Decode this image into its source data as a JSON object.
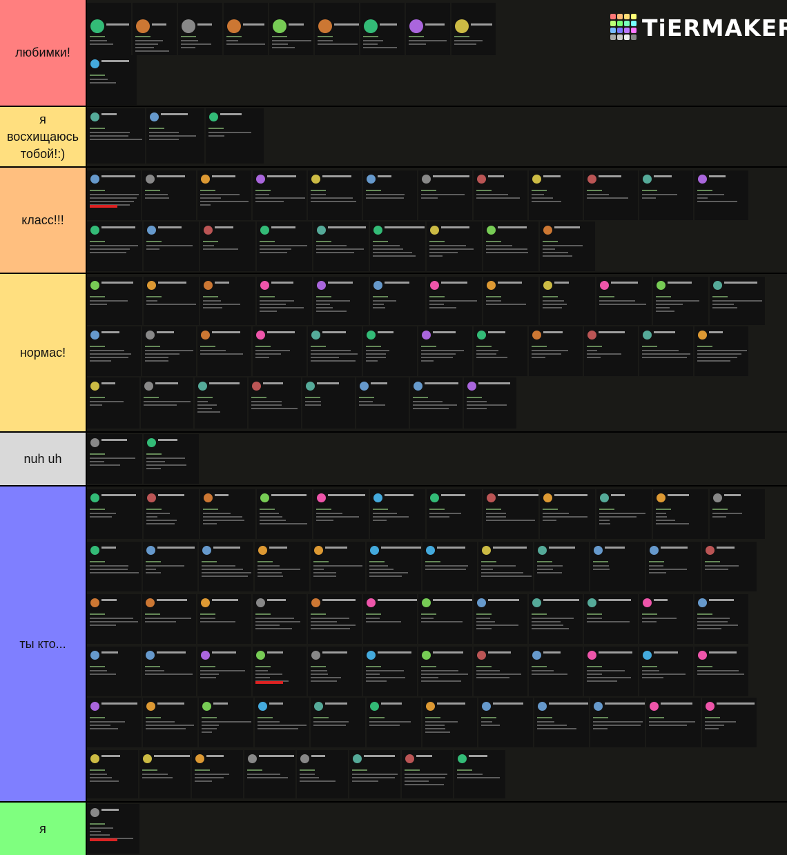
{
  "tiers": [
    {
      "label": "любимки!",
      "color": "#ff7f7f"
    },
    {
      "label": "я восхищаюсь тобой!:)",
      "color": "#ffdf7f"
    },
    {
      "label": "класс!!!",
      "color": "#ffbf7f"
    },
    {
      "label": "нормас!",
      "color": "#ffdf7f"
    },
    {
      "label": "nuh uh",
      "color": "#d9d9d9"
    },
    {
      "label": "ты кто...",
      "color": "#7f7fff"
    },
    {
      "label": "я",
      "color": "#7fff7f"
    }
  ],
  "logo": {
    "text": "TiERMAKER"
  }
}
